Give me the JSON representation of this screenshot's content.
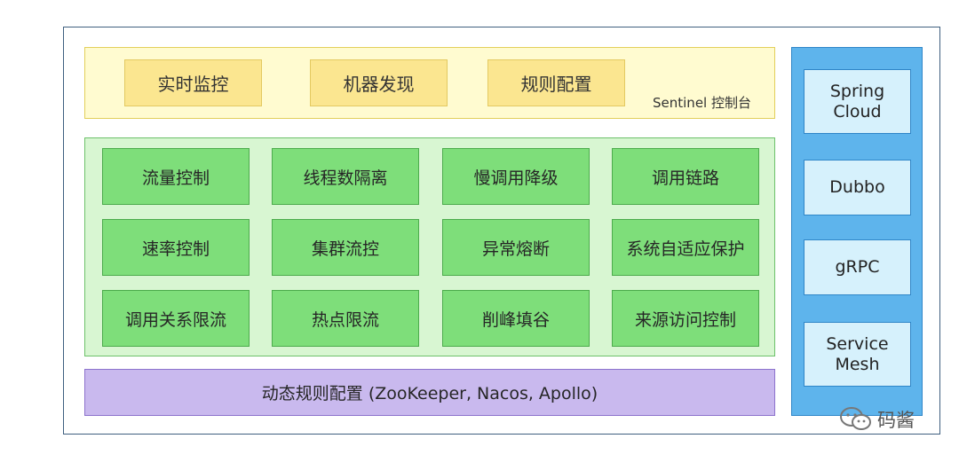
{
  "top_panel": {
    "items": [
      "实时监控",
      "机器发现",
      "规则配置"
    ],
    "label": "Sentinel 控制台"
  },
  "features": {
    "rows": [
      [
        "流量控制",
        "线程数隔离",
        "慢调用降级",
        "调用链路"
      ],
      [
        "速率控制",
        "集群流控",
        "异常熔断",
        "系统自适应保护"
      ],
      [
        "调用关系限流",
        "热点限流",
        "削峰填谷",
        "来源访问控制"
      ]
    ]
  },
  "bottom_panel": {
    "label": "动态规则配置 (ZooKeeper, Nacos, Apollo)"
  },
  "frameworks": {
    "items": [
      "Spring\nCloud",
      "Dubbo",
      "gRPC",
      "Service\nMesh"
    ]
  },
  "watermark": {
    "text": "码酱",
    "icon": "wechat-icon"
  },
  "colors": {
    "top_panel_bg": "#fffbd0",
    "top_box_bg": "#fbe690",
    "feature_panel_bg": "#d8f6d2",
    "feature_box_bg": "#7ede7a",
    "bottom_panel_bg": "#c9b9ee",
    "right_panel_bg": "#5eb4ec",
    "framework_box_bg": "#d6f1fc"
  }
}
